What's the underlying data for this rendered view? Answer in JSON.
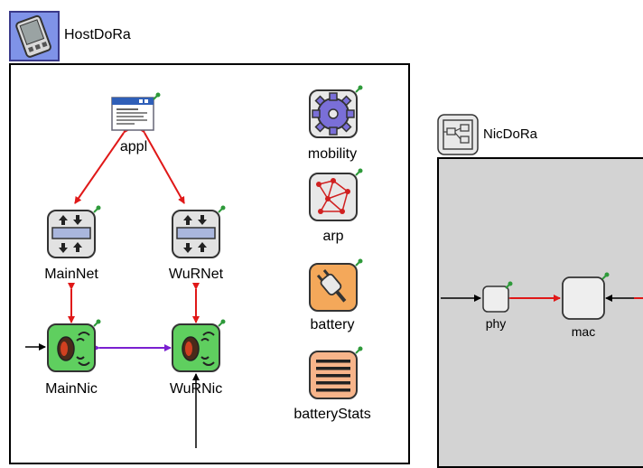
{
  "host": {
    "title": "HostDoRa",
    "modules": {
      "appl": "appl",
      "mobility": "mobility",
      "arp": "arp",
      "mainnet": "MainNet",
      "wurnet": "WuRNet",
      "battery": "battery",
      "mainnic": "MainNic",
      "wurnic": "WuRNic",
      "batterystats": "batteryStats"
    }
  },
  "nic": {
    "title": "NicDoRa",
    "modules": {
      "phy": "phy",
      "mac": "mac"
    }
  },
  "colors": {
    "red_link": "#e01818",
    "purple_link": "#7a20d0",
    "nic_bg": "#d3d3d3",
    "nic_green": "#5fcf5f",
    "battery_orange": "#f4a85a",
    "stats_salmon": "#f7b48a",
    "pin_green": "#2e9a3a"
  },
  "icons": [
    "pda-icon",
    "application-window-icon",
    "gear-icon",
    "network-graph-icon",
    "network-layer-icon",
    "nic-antenna-icon",
    "power-plug-icon",
    "list-lines-icon",
    "compound-module-icon",
    "pin-icon"
  ]
}
